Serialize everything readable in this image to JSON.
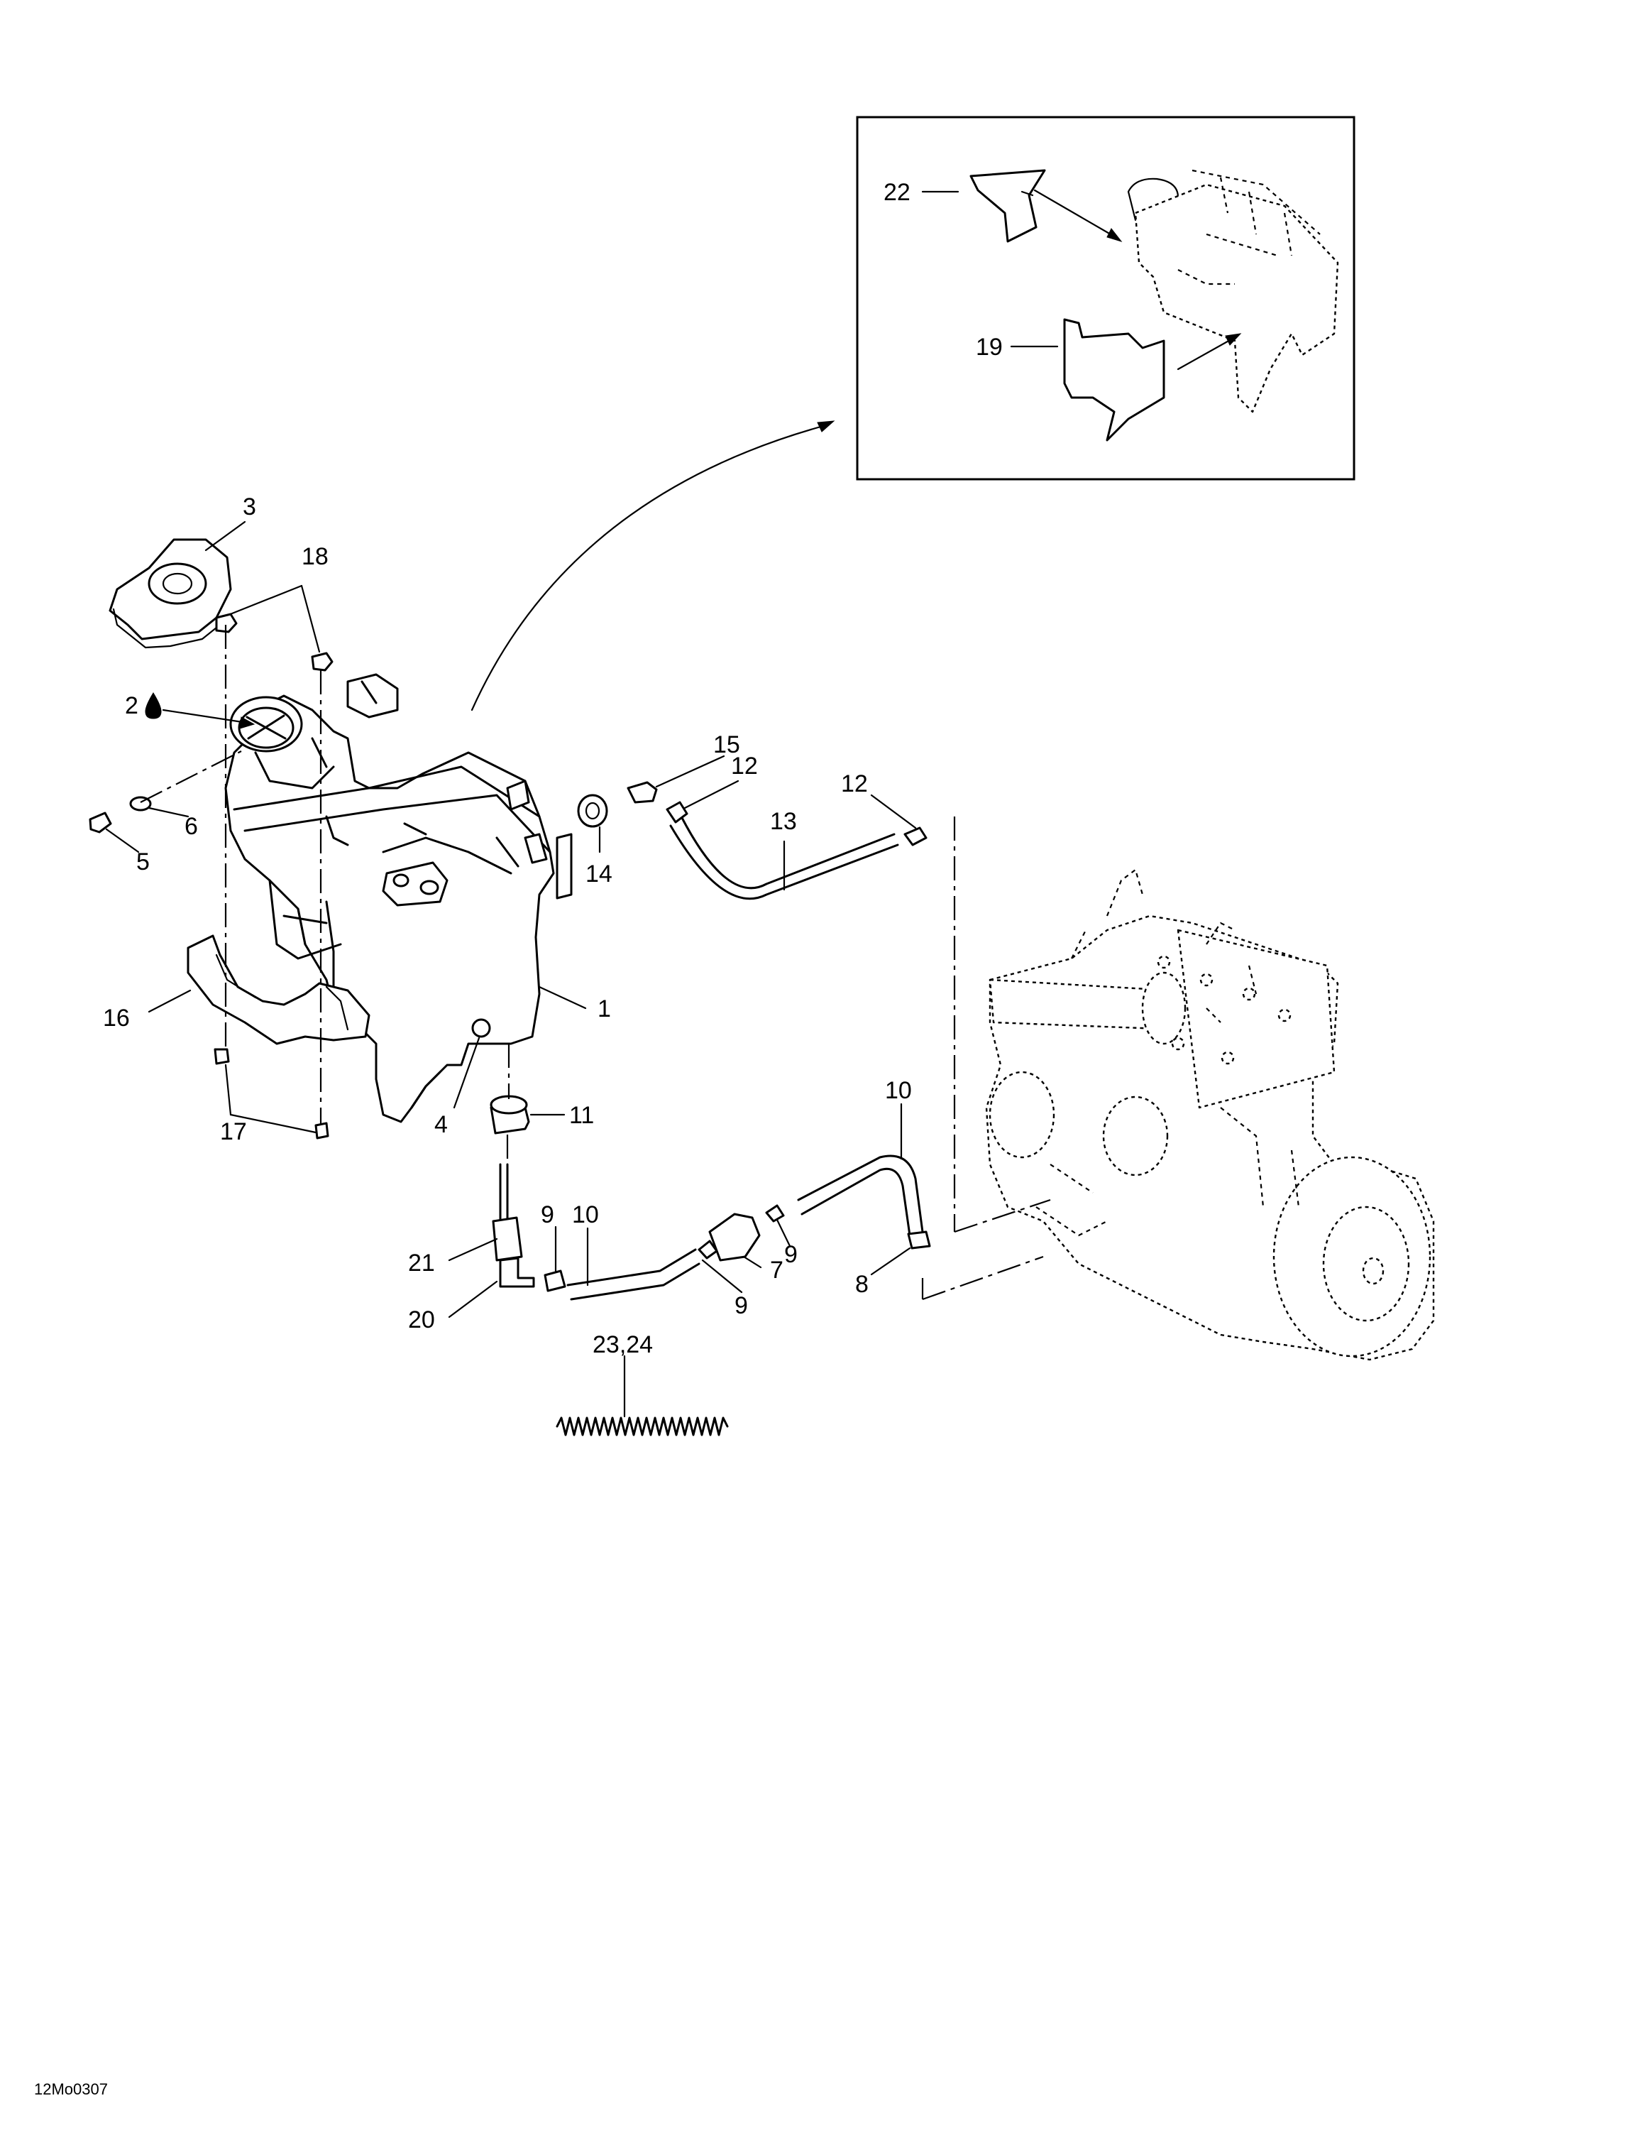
{
  "figure_code": "12Mo0307",
  "callouts": {
    "c1": "1",
    "c2": "2",
    "c3": "3",
    "c4": "4",
    "c5": "5",
    "c6": "6",
    "c7": "7",
    "c8": "8",
    "c9a": "9",
    "c9b": "9",
    "c9c": "9",
    "c10a": "10",
    "c10b": "10",
    "c11": "11",
    "c12a": "12",
    "c12b": "12",
    "c13": "13",
    "c14": "14",
    "c15": "15",
    "c16": "16",
    "c17": "17",
    "c18": "18",
    "c19": "19",
    "c20": "20",
    "c21": "21",
    "c22": "22",
    "c2324": "23,24"
  },
  "icons": {
    "c2_symbol": "oil-drop-icon"
  }
}
